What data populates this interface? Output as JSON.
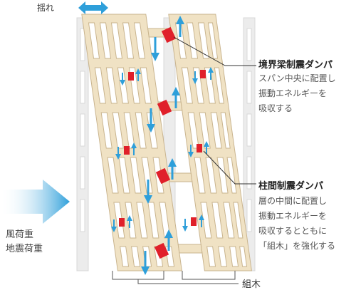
{
  "labels": {
    "sway": "揺れ",
    "wind_load": "風荷重",
    "seismic_load": "地震荷重",
    "kumiki": "組木"
  },
  "callouts": [
    {
      "title": "境界梁制震ダンパ",
      "lines": [
        "スパン中央に配置し",
        "振動エネルギーを",
        "吸収する"
      ]
    },
    {
      "title": "柱間制震ダンパ",
      "lines": [
        "層の中間に配置し",
        "振動エネルギーを",
        "吸収するとともに",
        "「組木」を強化する"
      ]
    }
  ],
  "icons": {
    "sway_arrow": "double-horizontal-arrow-icon",
    "load_arrow": "large-right-arrow-icon",
    "force_arrow": "vertical-force-arrow-icon"
  },
  "colors": {
    "timber_frame": "#f0e2c4",
    "timber_edge": "#c9b48e",
    "original_frame": "#ededed",
    "damper": "#e0202a",
    "arrow_blue": "#2e9fda",
    "leader": "#333333"
  }
}
